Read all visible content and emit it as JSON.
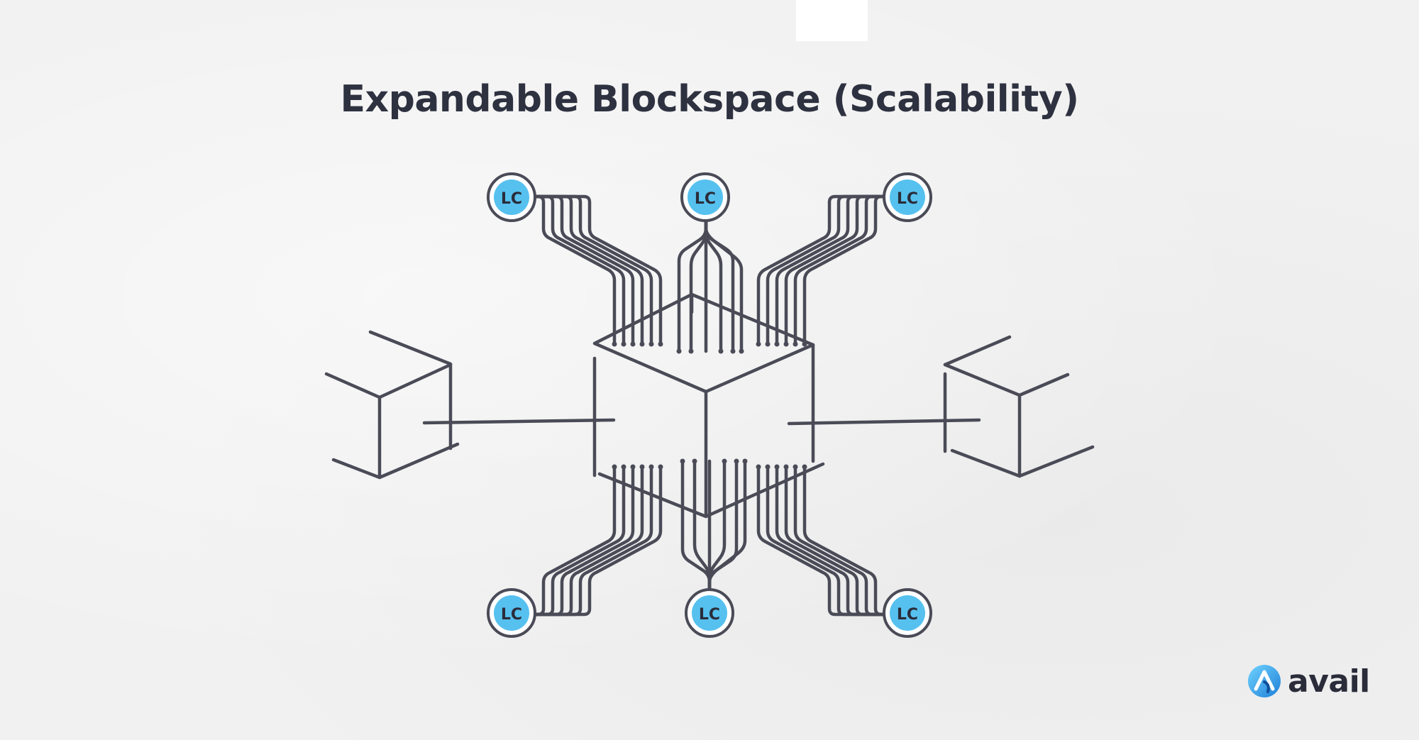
{
  "slide": {
    "title": "Expandable Blockspace (Scalability)"
  },
  "light_clients": [
    {
      "label": "LC"
    },
    {
      "label": "LC"
    },
    {
      "label": "LC"
    },
    {
      "label": "LC"
    },
    {
      "label": "LC"
    },
    {
      "label": "LC"
    }
  ],
  "brand": {
    "name": "avail"
  },
  "colors": {
    "ink": "#4a4b57",
    "node_fill": "#56c1ef",
    "title": "#2e3140"
  }
}
